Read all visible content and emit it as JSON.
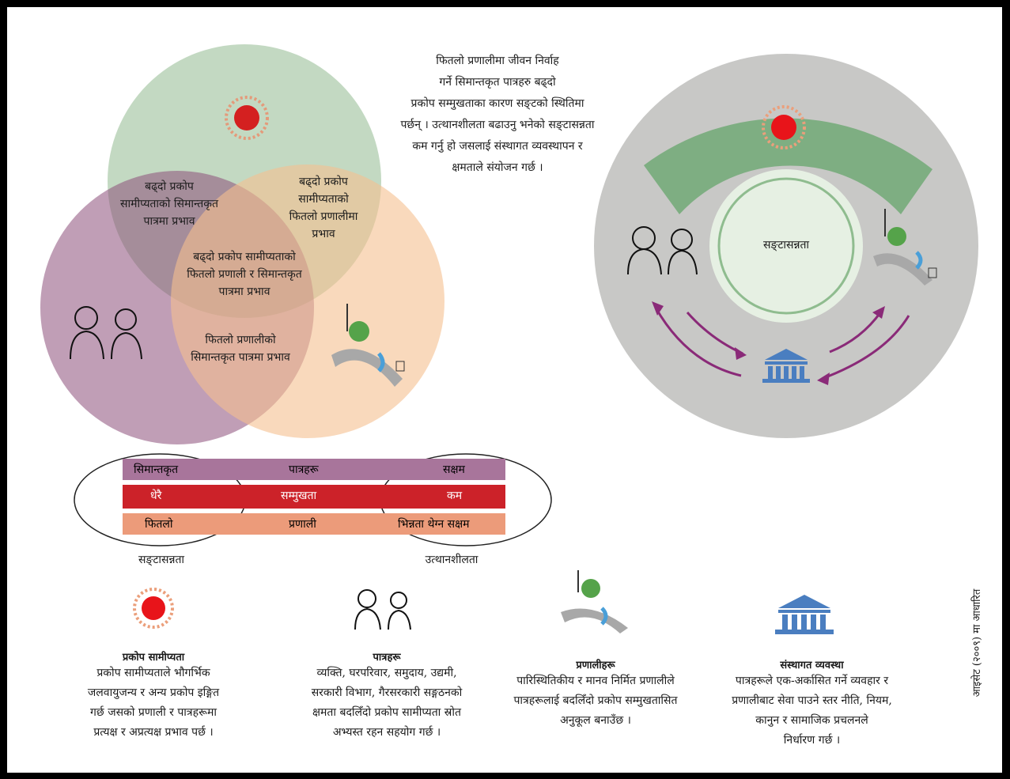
{
  "intro_text": [
    "फितलो प्रणालीमा जीवन निर्वाह",
    "गर्ने सिमान्तकृत पात्रहरु बढ्दो",
    "प्रकोप सम्मुखताका कारण सङ्टको स्थितिमा",
    "पर्छन् । उत्थानशीलता बढाउनु भनेको सङ्टासन्नता",
    "कम गर्नु हो जसलाई संस्थागत व्यवस्थापन र",
    "क्षमताले संयोजन गर्छ ।"
  ],
  "venn": {
    "green_purple": [
      "बढ्दो प्रकोप",
      "सामीप्यताको सिमान्तकृत",
      "पात्रमा प्रभाव"
    ],
    "green_orange": [
      "बढ्दो प्रकोप",
      "सामीप्यताको",
      "फितलो प्रणालीमा",
      "प्रभाव"
    ],
    "center": [
      "बढ्दो प्रकोप सामीप्यताको",
      "फितलो प्रणाली र सिमान्तकृत",
      "पात्रमा प्रभाव"
    ],
    "purple_orange": [
      "फितलो प्रणालीको",
      "सिमान्तकृत पात्रमा प्रभाव"
    ]
  },
  "circle_center_label": "सङ्टासन्नता",
  "bars": {
    "row1": {
      "left": "सिमान्तकृत",
      "mid": "पात्रहरू",
      "right": "सक्षम"
    },
    "row2": {
      "left": "धेरै",
      "mid": "सम्मुखता",
      "right": "कम"
    },
    "row3": {
      "left": "फितलो",
      "mid": "प्रणाली",
      "right": "भिन्नता थेग्न सक्षम"
    }
  },
  "ellipse_labels": {
    "left": "सङ्टासन्नता",
    "right": "उत्थानशीलता"
  },
  "legend": [
    {
      "title": "प्रकोप सामीप्यता",
      "lines": [
        "प्रकोप सामीप्यताले भौगर्भिक",
        "जलवायुजन्य र अन्य प्रकोप इङ्गित",
        "गर्छ जसको प्रणाली र पात्रहरूमा",
        "प्रत्यक्ष र अप्रत्यक्ष प्रभाव पर्छ ।"
      ]
    },
    {
      "title": "पात्रहरू",
      "lines": [
        "व्यक्ति, घरपरिवार, समुदाय, उद्यमी,",
        "सरकारी विभाग, गैरसरकारी सङ्गठनको",
        "क्षमता बदलिँदो प्रकोप सामीप्यता स्रोत",
        "अभ्यस्त रहन सहयोग गर्छ ।"
      ]
    },
    {
      "title": "प्रणालीहरू",
      "lines": [
        "पारिस्थितिकीय र मानव निर्मित प्रणालीले",
        "पात्रहरूलाई बदलिँदो प्रकोप सम्मुखतासित",
        "अनुकूल बनाउँछ ।"
      ]
    },
    {
      "title": "संस्थागत व्यवस्था",
      "lines": [
        "पात्रहरूले एक-अर्कासित गर्ने व्यवहार र",
        "प्रणालीबाट सेवा पाउने स्तर नीति, नियम,",
        "कानुन र सामाजिक प्रचलनले",
        "निर्धारण गर्छ ।"
      ]
    }
  ],
  "source_note": "आइसेट (२००९) मा आधारित",
  "colors": {
    "green": "#a9c9a8",
    "purple": "#8c4f7a",
    "orange": "#f5c08f",
    "red_sun": "#e02020",
    "bar_purple": "#a8759b",
    "bar_red": "#cc2229",
    "bar_salmon": "#ec9b7a",
    "gray_circle": "#c8c8c6",
    "institution_blue": "#4a7ec0",
    "arrow_purple": "#8a2a78"
  }
}
